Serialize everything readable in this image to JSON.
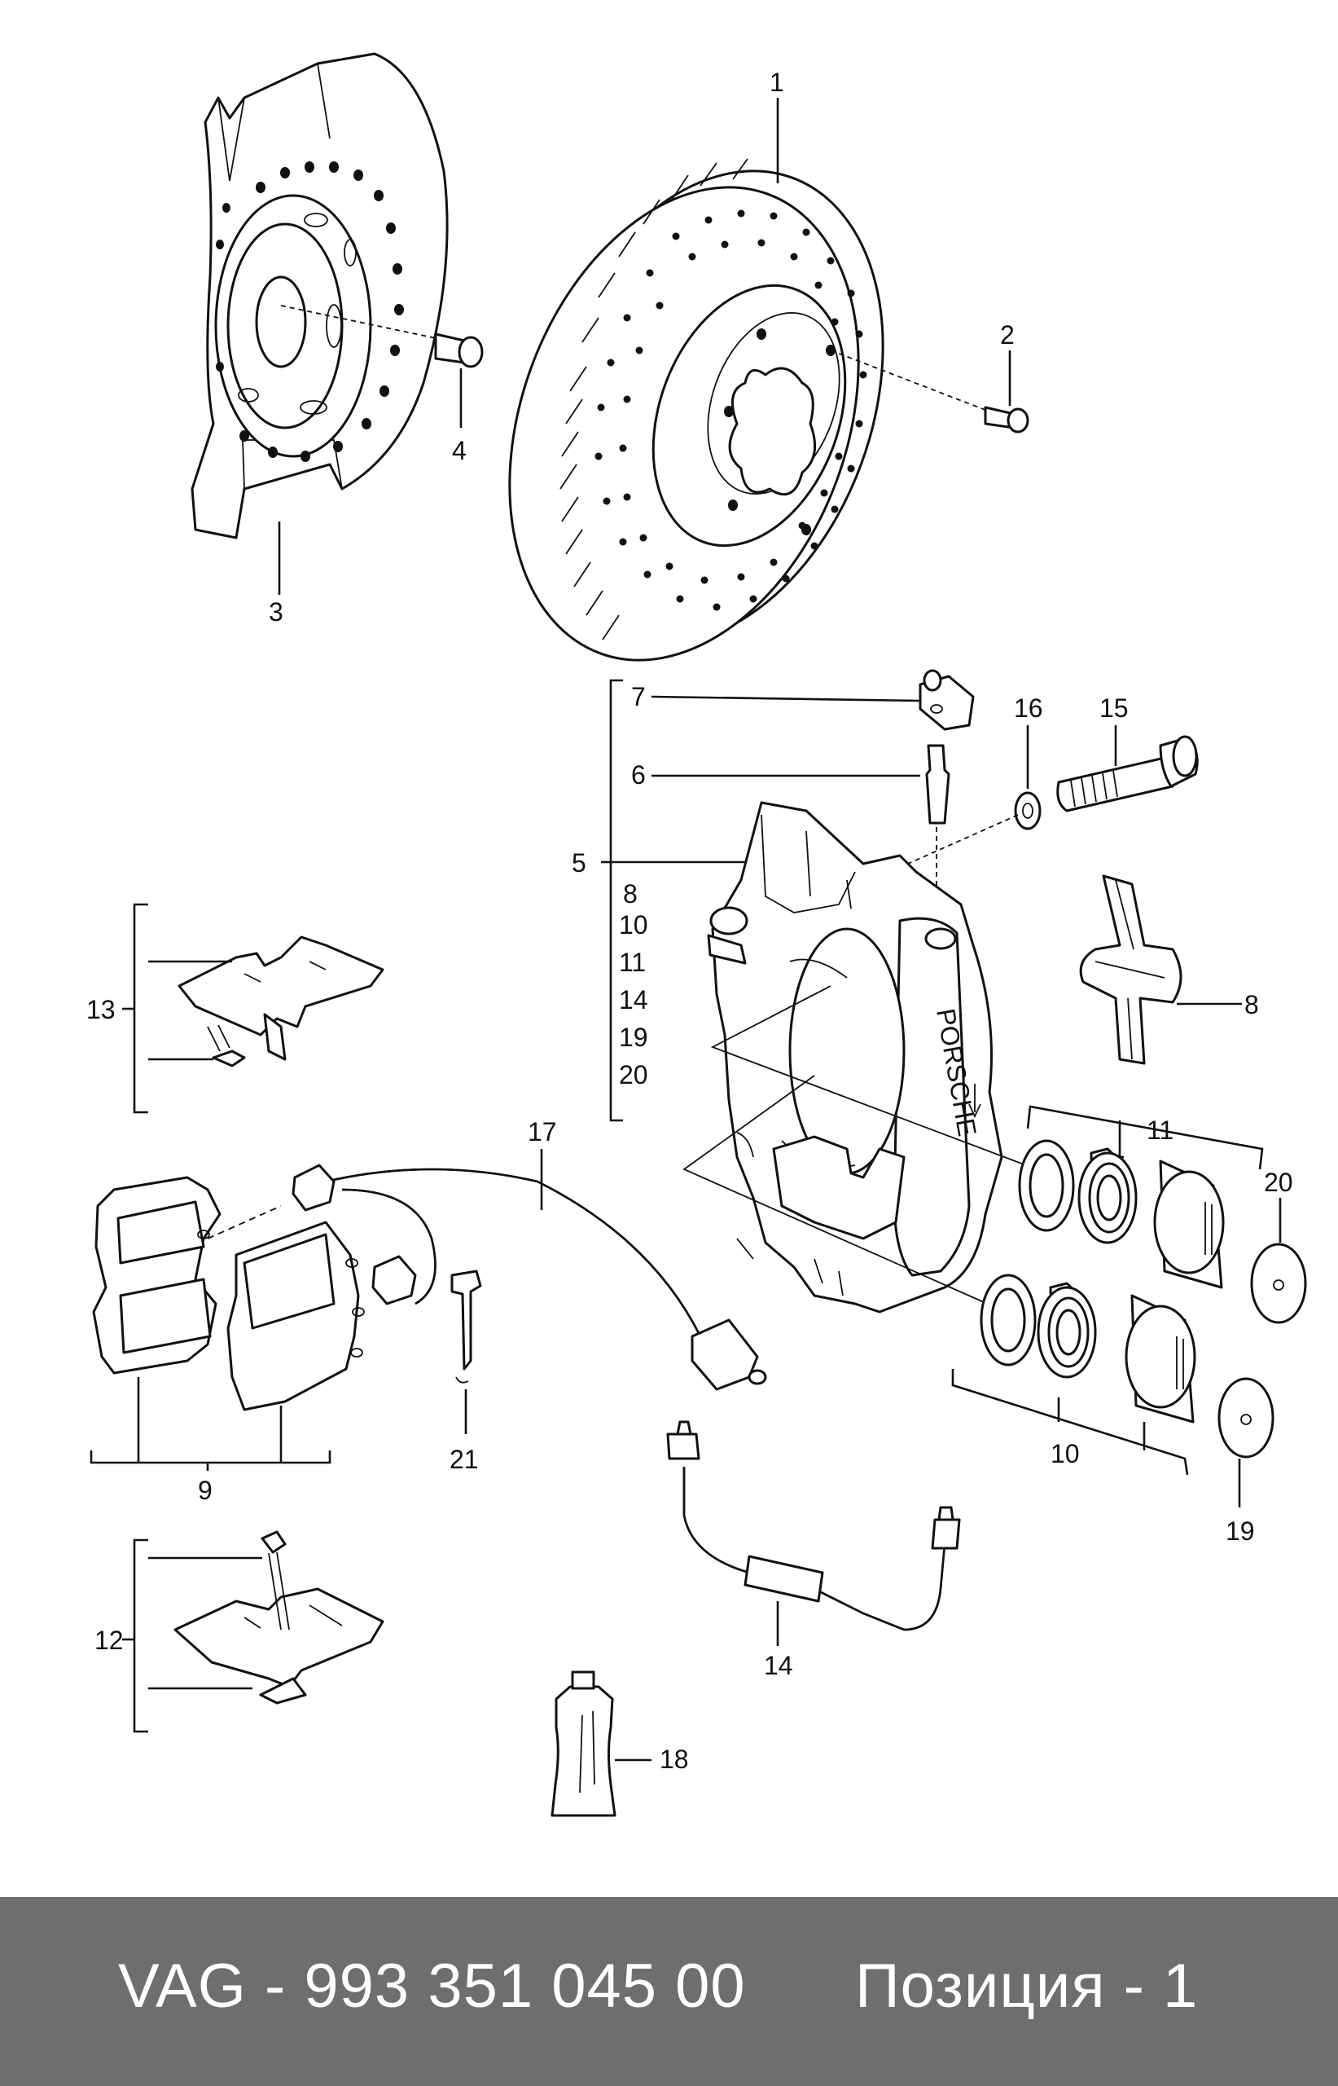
{
  "callouts": [
    "1",
    "2",
    "3",
    "4",
    "5",
    "6",
    "7",
    "8",
    "8",
    "9",
    "10",
    "10",
    "11",
    "11",
    "12",
    "13",
    "14",
    "14",
    "15",
    "16",
    "17",
    "18",
    "19",
    "19",
    "20",
    "20",
    "21"
  ],
  "caliper_list": [
    "8",
    "10",
    "11",
    "14",
    "19",
    "20"
  ],
  "caliper_lettering": "PORSCHE",
  "footer": {
    "part_number": "VAG - 993 351 045 00",
    "position": "Позиция - 1"
  }
}
